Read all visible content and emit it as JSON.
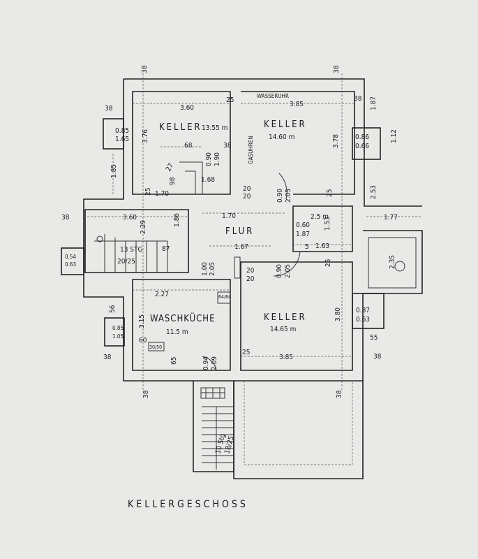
{
  "title": "KELLERGESCHOSS",
  "rooms": {
    "keller_nw": {
      "name": "KELLER",
      "area": "13.55 m"
    },
    "keller_ne": {
      "name": "KELLER",
      "area": "14.60 m"
    },
    "flur": {
      "name": "FLUR"
    },
    "waschkueche": {
      "name": "WASCHKÜCHE",
      "area": "11.5 m"
    },
    "keller_se": {
      "name": "KELLER",
      "area": "14.65 m"
    },
    "wc": {
      "area": "2.5 m"
    }
  },
  "notes": {
    "wasseruhr": "WASSERUHR",
    "gasuhren": "GASUHREN",
    "stairs_inner_steps": "13 STG",
    "stairs_inner_ratio": "20/25",
    "stairs_outer_steps": "10 Stg",
    "stairs_outer_ratio": "18/25",
    "chimney": "64/64",
    "shaft_size": "30/50"
  },
  "dims": {
    "top_38_l": "38",
    "top_38_r": "38",
    "k1_w": "3.60",
    "k2_w": "3.85",
    "d25a": "25",
    "d38_l": "38",
    "d38_r": "38",
    "d187": "1.87",
    "w1a": "0.85",
    "w1b": "1.65",
    "k1_h": "3.76",
    "d68": "68",
    "d38c": "38",
    "d090": "0.90",
    "d190": "1.90",
    "k2_h": "3.78",
    "w2a": "0.86",
    "w2b": "0.66",
    "d112": "1.12",
    "d185": "1.85",
    "d27": "27",
    "d98": "98",
    "d25b": "25",
    "d170a": "1.70",
    "d168": "1.68",
    "d20a": "20",
    "d20b": "20",
    "door_a": "0.90",
    "door_b": "2.05",
    "d25c": "25",
    "d253": "2.53",
    "d38_w": "38",
    "f360": "3.60",
    "d229": "2.29",
    "d186": "1.86",
    "f170": "1.70",
    "wc_a": "0.60",
    "wc_b": "1.87",
    "d153": "1.53",
    "d177": "1.77",
    "d167": "1.67",
    "d87": "87",
    "d5": "5",
    "d163": "1.63",
    "w3a": "0.54",
    "w3b": "0.63",
    "door2_a": "1.00",
    "door2_b": "2.05",
    "d20c": "20",
    "d20d": "20",
    "door3_a": "0.90",
    "door3_b": "2.05",
    "d25d": "25",
    "d235": "2.35",
    "d227": "2.27",
    "d56": "56",
    "d315": "3.15",
    "d380": "3.80",
    "w4a": "0.87",
    "w4b": "0.63",
    "w5a": "0.85",
    "w5b": "1.05",
    "d60": "60",
    "d55": "55",
    "d38_bl": "38",
    "d65": "65",
    "door4_a": "0.94",
    "door4_b": "2.09",
    "d25e": "25",
    "k3_w": "3.85",
    "d38_br": "38",
    "bot_38_l": "38",
    "bot_38_r": "38"
  }
}
